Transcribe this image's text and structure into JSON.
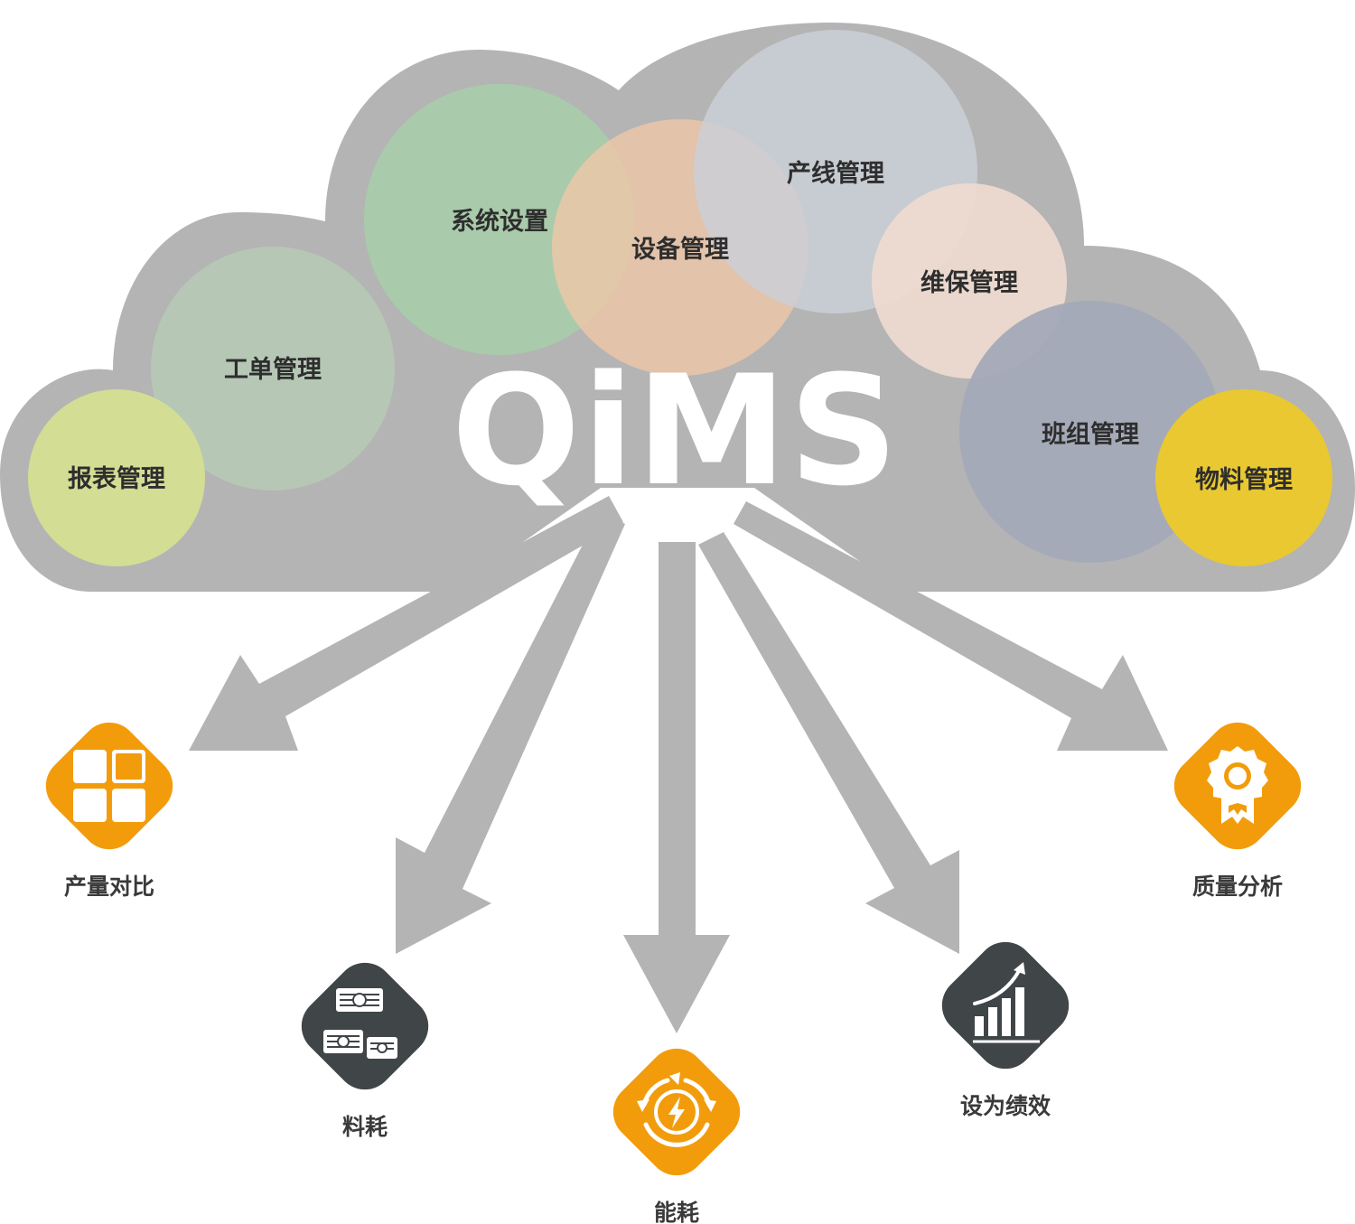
{
  "brand": "QiMS",
  "colors": {
    "cloud": "#b4b4b4",
    "arrow": "#b4b4b4",
    "orange": "#f29c0c",
    "dark": "#404548",
    "white": "#ffffff"
  },
  "modules": [
    {
      "key": "report",
      "label": "报表管理",
      "color": "#d5df92"
    },
    {
      "key": "workorder",
      "label": "工单管理",
      "color": "#b6c8b6"
    },
    {
      "key": "system",
      "label": "系统设置",
      "color": "#a8cbaa"
    },
    {
      "key": "equipment",
      "label": "设备管理",
      "color": "#f0c6a6"
    },
    {
      "key": "line",
      "label": "产线管理",
      "color": "#cbd0d8"
    },
    {
      "key": "maintenance",
      "label": "维保管理",
      "color": "#f0dbd0"
    },
    {
      "key": "team",
      "label": "班组管理",
      "color": "#a4aab8"
    },
    {
      "key": "material",
      "label": "物料管理",
      "color": "#ebc92c"
    }
  ],
  "outputs": [
    {
      "key": "output",
      "label": "产量对比",
      "icon": "grid-icon",
      "tone": "orange"
    },
    {
      "key": "material-cost",
      "label": "料耗",
      "icon": "money-stack-icon",
      "tone": "dark"
    },
    {
      "key": "energy",
      "label": "能耗",
      "icon": "energy-cycle-icon",
      "tone": "orange"
    },
    {
      "key": "performance",
      "label": "设为绩效",
      "icon": "growth-chart-icon",
      "tone": "dark"
    },
    {
      "key": "quality",
      "label": "质量分析",
      "icon": "award-badge-icon",
      "tone": "orange"
    }
  ]
}
